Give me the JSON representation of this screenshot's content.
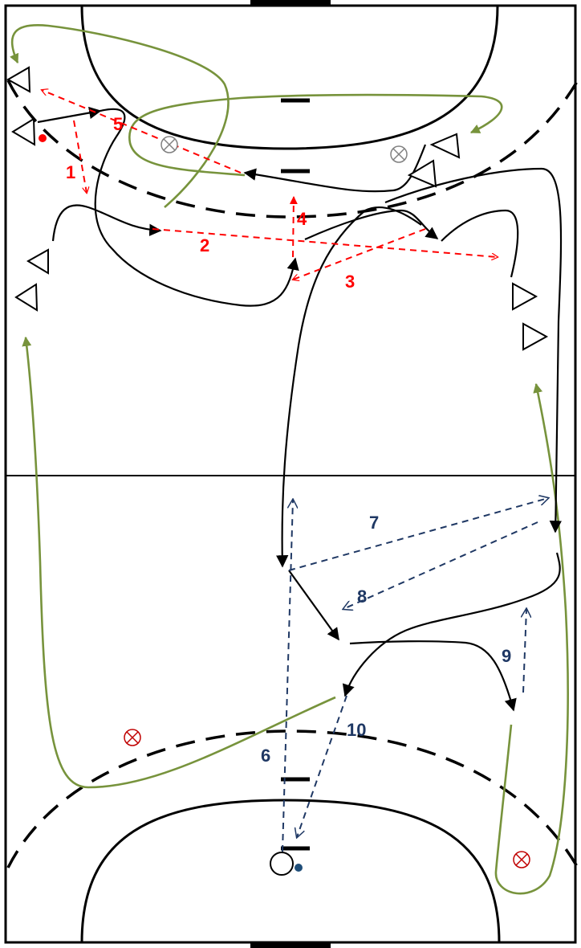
{
  "colors": {
    "court_line": "#000000",
    "run_path": "#000000",
    "pass_red": "#ff0000",
    "pass_blue": "#1f3864",
    "wing_path": "#77933c",
    "defender_grey": "#808080",
    "defender_red": "#c00000",
    "ball_red": "#ff0000",
    "ball_blue": "#1f4e79"
  },
  "icons": {
    "attacker": "triangle-icon",
    "defender": "crossed-circle-icon",
    "ball": "dot-icon",
    "goalkeeper": "circle-icon"
  },
  "labels": {
    "l1": "1",
    "l2": "2",
    "l3": "3",
    "l4": "4",
    "l5": "5",
    "l6": "6",
    "l7": "7",
    "l8": "8",
    "l9": "9",
    "l10": "10"
  }
}
